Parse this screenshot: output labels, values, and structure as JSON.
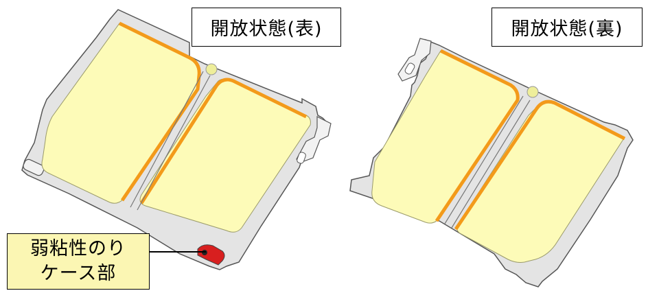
{
  "labels": {
    "front": "開放状態(表)",
    "back": "開放状態(裏)"
  },
  "callout": {
    "line1": "弱粘性のり",
    "line2": "ケース部"
  },
  "colors": {
    "plate": "#e4e4e4",
    "plate_edge": "#555555",
    "pad": "#fdfbb8",
    "glue_strip": "#f39a1a",
    "glue_case": "#d81f1f",
    "callout_bg": "#fbf6b3"
  }
}
